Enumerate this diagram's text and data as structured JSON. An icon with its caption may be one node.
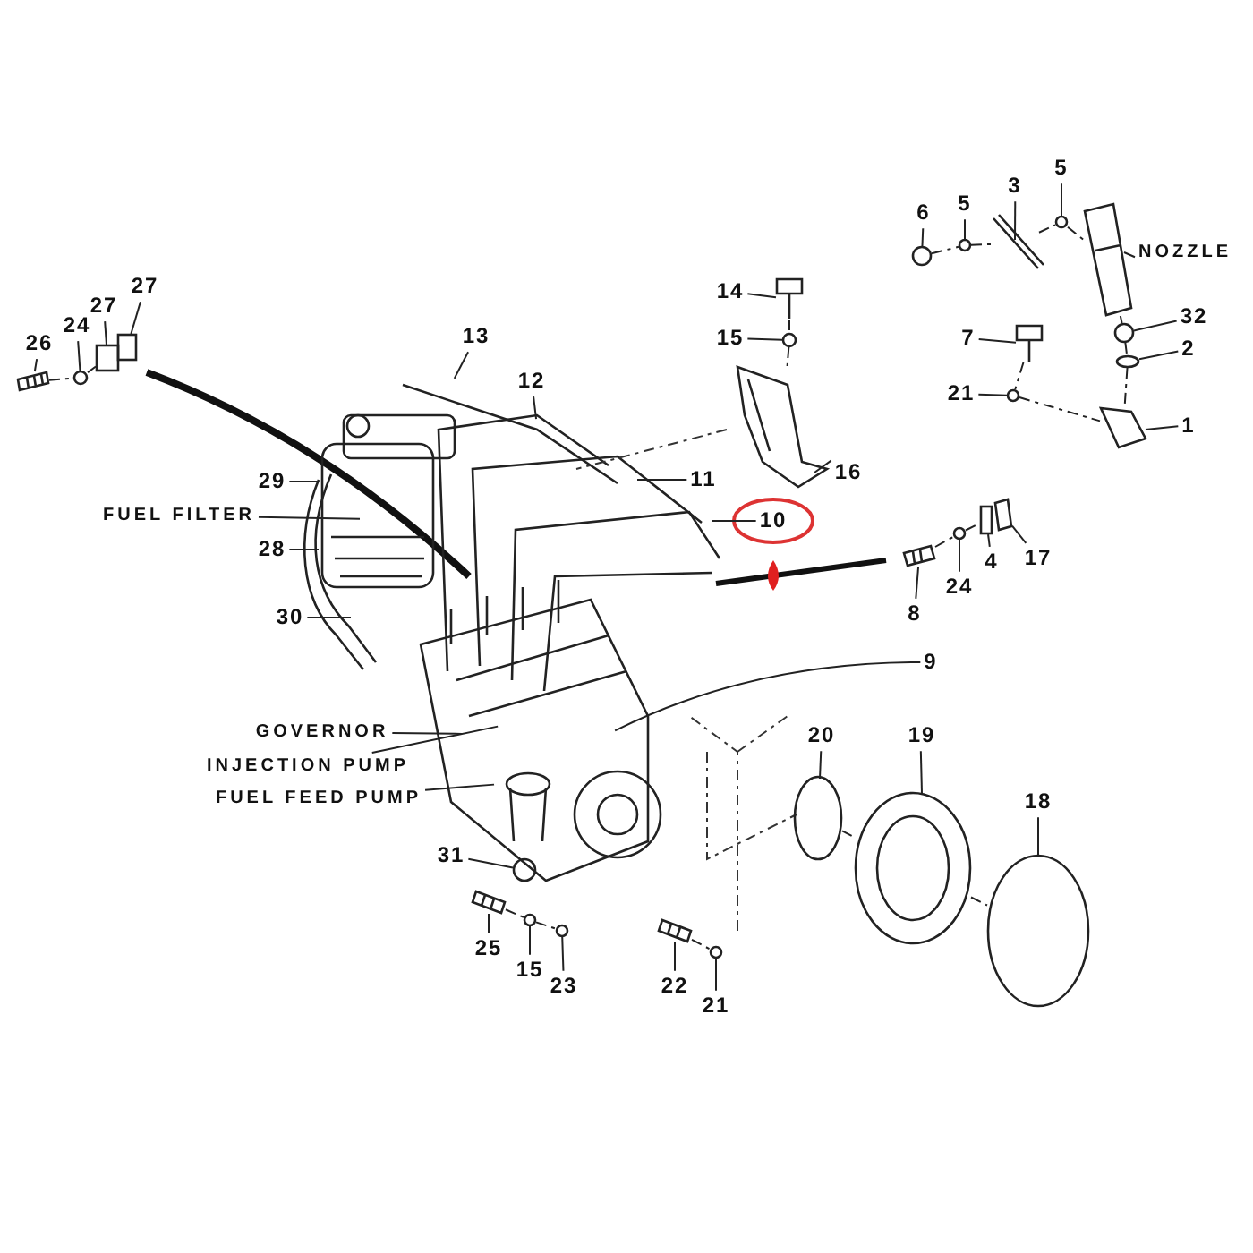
{
  "diagram": {
    "nodes": [
      {
        "text": [
          "26"
        ]
      },
      {
        "text": [
          "24"
        ]
      },
      {
        "text": [
          "27"
        ]
      },
      {
        "text": [
          "27"
        ]
      },
      {
        "text": [
          "13"
        ]
      },
      {
        "text": [
          "12"
        ]
      },
      {
        "text": [
          "11"
        ]
      },
      {
        "text": [
          "10"
        ]
      },
      {
        "text": [
          "29"
        ]
      },
      {
        "text": [
          "FUEL FILTER"
        ]
      },
      {
        "text": [
          "28"
        ]
      },
      {
        "text": [
          "30"
        ]
      },
      {
        "text": [
          "14"
        ]
      },
      {
        "text": [
          "15"
        ]
      },
      {
        "text": [
          "16"
        ]
      },
      {
        "text": [
          "6"
        ]
      },
      {
        "text": [
          "5"
        ]
      },
      {
        "text": [
          "3"
        ]
      },
      {
        "text": [
          "5"
        ]
      },
      {
        "text": [
          "NOZZLE"
        ]
      },
      {
        "text": [
          "32"
        ]
      },
      {
        "text": [
          "2"
        ]
      },
      {
        "text": [
          "7"
        ]
      },
      {
        "text": [
          "21"
        ]
      },
      {
        "text": [
          "1"
        ]
      },
      {
        "text": [
          "17"
        ]
      },
      {
        "text": [
          "4"
        ]
      },
      {
        "text": [
          "24"
        ]
      },
      {
        "text": [
          "8"
        ]
      },
      {
        "text": [
          "9"
        ]
      },
      {
        "text": [
          "GOVERNOR"
        ]
      },
      {
        "text": [
          "INJECTION PUMP"
        ]
      },
      {
        "text": [
          "FUEL FEED PUMP"
        ]
      },
      {
        "text": [
          "31"
        ]
      },
      {
        "text": [
          "25"
        ]
      },
      {
        "text": [
          "15"
        ]
      },
      {
        "text": [
          "23"
        ]
      },
      {
        "text": [
          "20"
        ]
      },
      {
        "text": [
          "19"
        ]
      },
      {
        "text": [
          "18"
        ]
      },
      {
        "text": [
          "22"
        ]
      },
      {
        "text": [
          "21"
        ]
      },
      {
        "text": [],
        "shape": "picture"
      },
      {
        "text": [],
        "shape": "circle"
      },
      {
        "text": [],
        "shape": "box"
      },
      {
        "text": [],
        "shape": "box"
      },
      {
        "text": [],
        "shape": "picture"
      },
      {
        "text": [],
        "shape": "circle"
      },
      {
        "text": [],
        "shape": "picture"
      },
      {
        "text": [],
        "shape": "circle"
      },
      {
        "text": [],
        "shape": "circle"
      },
      {
        "text": [],
        "shape": "picture"
      },
      {
        "text": [],
        "shape": "circle"
      },
      {
        "text": [],
        "shape": "picture"
      },
      {
        "text": [],
        "shape": "circle"
      },
      {
        "text": [],
        "shape": "circle"
      },
      {
        "text": [],
        "shape": "picture"
      },
      {
        "text": [],
        "shape": "circle"
      },
      {
        "text": [],
        "shape": "picture"
      },
      {
        "text": [],
        "shape": "box"
      },
      {
        "text": [],
        "shape": "picture"
      },
      {
        "text": [],
        "shape": "circle"
      },
      {
        "text": [],
        "shape": "picture"
      },
      {
        "text": [],
        "shape": "circle"
      },
      {
        "text": [],
        "shape": "picture"
      },
      {
        "text": [],
        "shape": "circle"
      },
      {
        "text": [],
        "shape": "circle"
      },
      {
        "text": [],
        "shape": "circle"
      },
      {
        "text": [],
        "shape": "picture"
      },
      {
        "text": [],
        "shape": "circle"
      },
      {
        "text": [],
        "shape": "picture"
      },
      {
        "text": [],
        "shape": "circle"
      }
    ],
    "edges": [
      {
        "from": 0,
        "to": 42,
        "arrow": "none"
      },
      {
        "from": 1,
        "to": 43,
        "arrow": "none"
      },
      {
        "from": 2,
        "to": 44,
        "arrow": "none"
      },
      {
        "from": 3,
        "to": 45,
        "arrow": "none"
      },
      {
        "from": 4,
        "to": null,
        "arrow": "none"
      },
      {
        "from": 5,
        "to": null,
        "arrow": "none"
      },
      {
        "from": 6,
        "to": null,
        "arrow": "none"
      },
      {
        "from": 7,
        "to": null,
        "arrow": "none"
      },
      {
        "from": 8,
        "to": null,
        "arrow": "none"
      },
      {
        "from": 9,
        "to": null,
        "arrow": "none"
      },
      {
        "from": 10,
        "to": null,
        "arrow": "none"
      },
      {
        "from": 11,
        "to": null,
        "arrow": "none"
      },
      {
        "from": 12,
        "to": 46,
        "arrow": "none"
      },
      {
        "from": 13,
        "to": 47,
        "arrow": "none"
      },
      {
        "from": 14,
        "to": 48,
        "arrow": "none"
      },
      {
        "from": 15,
        "to": 49,
        "arrow": "none"
      },
      {
        "from": 16,
        "to": 50,
        "arrow": "none"
      },
      {
        "from": 17,
        "to": 51,
        "arrow": "none"
      },
      {
        "from": 18,
        "to": 52,
        "arrow": "none"
      },
      {
        "from": 19,
        "to": 53,
        "arrow": "none"
      },
      {
        "from": 20,
        "to": 54,
        "arrow": "none"
      },
      {
        "from": 21,
        "to": 55,
        "arrow": "none"
      },
      {
        "from": 22,
        "to": 56,
        "arrow": "none"
      },
      {
        "from": 23,
        "to": 57,
        "arrow": "none"
      },
      {
        "from": 24,
        "to": 58,
        "arrow": "none"
      },
      {
        "from": 25,
        "to": 60,
        "arrow": "none"
      },
      {
        "from": 26,
        "to": 59,
        "arrow": "none"
      },
      {
        "from": 27,
        "to": 61,
        "arrow": "none"
      },
      {
        "from": 28,
        "to": 62,
        "arrow": "none"
      },
      {
        "from": 29,
        "to": null,
        "arrow": "none"
      },
      {
        "from": 30,
        "to": null,
        "arrow": "none"
      },
      {
        "from": 31,
        "to": null,
        "arrow": "none"
      },
      {
        "from": 32,
        "to": null,
        "arrow": "none"
      },
      {
        "from": 33,
        "to": 63,
        "arrow": "none"
      },
      {
        "from": 34,
        "to": 64,
        "arrow": "none"
      },
      {
        "from": 35,
        "to": 65,
        "arrow": "none"
      },
      {
        "from": 36,
        "to": 66,
        "arrow": "none"
      },
      {
        "from": 37,
        "to": 67,
        "arrow": "none"
      },
      {
        "from": 38,
        "to": 68,
        "arrow": "none"
      },
      {
        "from": 39,
        "to": 69,
        "arrow": "none"
      },
      {
        "from": 40,
        "to": 70,
        "arrow": "none"
      },
      {
        "from": 41,
        "to": 71,
        "arrow": "none"
      },
      {
        "from": 42,
        "to": 43,
        "arrow": "none",
        "style": "dashed"
      },
      {
        "from": 43,
        "to": 44,
        "arrow": "none",
        "style": "dashed"
      },
      {
        "from": 49,
        "to": 50,
        "arrow": "none",
        "style": "dashed"
      },
      {
        "from": 50,
        "to": 51,
        "arrow": "none",
        "style": "dashed"
      },
      {
        "from": 51,
        "to": 52,
        "arrow": "none",
        "style": "dashed"
      },
      {
        "from": 52,
        "to": 53,
        "arrow": "none",
        "style": "dashed"
      },
      {
        "from": 46,
        "to": 47,
        "arrow": "none",
        "style": "dashed"
      },
      {
        "from": 47,
        "to": 48,
        "arrow": "none",
        "style": "dashed"
      },
      {
        "from": 56,
        "to": 57,
        "arrow": "none",
        "style": "dashed"
      },
      {
        "from": 57,
        "to": 58,
        "arrow": "none",
        "style": "dashed"
      },
      {
        "from": 53,
        "to": 54,
        "arrow": "none",
        "style": "dashed"
      },
      {
        "from": 54,
        "to": 55,
        "arrow": "none",
        "style": "dashed"
      },
      {
        "from": 55,
        "to": 58,
        "arrow": "none",
        "style": "dashed"
      },
      {
        "from": 62,
        "to": 61,
        "arrow": "none",
        "style": "dashed"
      },
      {
        "from": 61,
        "to": 59,
        "arrow": "none",
        "style": "dashed"
      },
      {
        "from": 64,
        "to": 65,
        "arrow": "none",
        "style": "dashed"
      },
      {
        "from": 65,
        "to": 66,
        "arrow": "none",
        "style": "dashed"
      },
      {
        "from": 70,
        "to": 71,
        "arrow": "none",
        "style": "dashed"
      },
      {
        "from": 67,
        "to": 68,
        "arrow": "none",
        "style": "dashed"
      },
      {
        "from": 68,
        "to": 69,
        "arrow": "none",
        "style": "dashed"
      }
    ]
  }
}
